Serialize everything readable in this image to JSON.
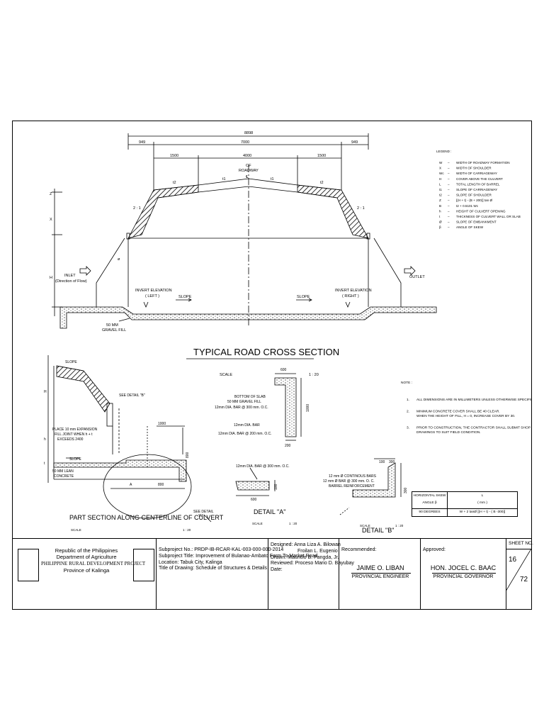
{
  "section_main": {
    "title": "TYPICAL ROAD CROSS SECTION",
    "scale_label": "SCALE",
    "scale_value": "1 : 20",
    "dims": {
      "total": "8898",
      "side_left": "949",
      "middle": "7000",
      "side_right": "949",
      "shoulder_left": "1500",
      "carriageway": "4000",
      "shoulder_right": "1500"
    },
    "labels": {
      "cl_of": "OF",
      "cl_road": "ROADWAY",
      "cl_symbol": "℄",
      "t2_left": "t2",
      "t1_left": "t1",
      "t1_right": "t1",
      "t2_right": "t2",
      "slope_left": "2 : 1",
      "slope_right": "2 : 1",
      "inlet": "INLET",
      "inlet_sub": "(Direction of Flow)",
      "outlet": "OUTLET",
      "invert_left": "INVERT ELEVATION",
      "invert_left_sub": "( LEFT )",
      "invert_right": "INVERT ELEVATION",
      "invert_right_sub": "( RIGHT )",
      "slope_a": "SLOPE",
      "slope_b": "SLOPE",
      "gravel_1": "50 MM",
      "gravel_2": "GRAVEL FILL",
      "z": "Z",
      "x": "X",
      "h": "H",
      "theta": "ø"
    }
  },
  "legend": {
    "title": "LEGEND :",
    "items": [
      {
        "sym": "W",
        "desc": "WIDTH OF ROADWAY FORMATION"
      },
      {
        "sym": "X",
        "desc": "WIDTH OF SHOULDER"
      },
      {
        "sym": "Wc",
        "desc": "WIDTH OF CARRIAGEWAY"
      },
      {
        "sym": "H",
        "desc": "COVER ABOVE THE CULVERT"
      },
      {
        "sym": "L",
        "desc": "TOTAL LENGTH OF BARREL"
      },
      {
        "sym": "t1",
        "desc": "SLOPE OF CARRIAGEWAY"
      },
      {
        "sym": "t2",
        "desc": "SLOPE OF SHOULDER"
      },
      {
        "sym": "Z",
        "desc": "[(H + t) - (B + 200)] tan Ø"
      },
      {
        "sym": "B",
        "desc": "t2 + 0.5101 Wc"
      },
      {
        "sym": "h",
        "desc": "HEIGHT OF CULVERT OPENING"
      },
      {
        "sym": "t",
        "desc": "THICKNESS OF CULVERT WALL OR SLAB"
      },
      {
        "sym": "Ø",
        "desc": "SLOPE OF EMBANKMENT"
      },
      {
        "sym": "β",
        "desc": "ANGLE OF SKEW"
      }
    ]
  },
  "notes": {
    "title": "NOTE :",
    "items": [
      {
        "num": "1.",
        "lines": [
          "ALL DIMENSIONS ARE IN MILLIMETERS UNLESS OTHERWISE SPECIFIED."
        ]
      },
      {
        "num": "2.",
        "lines": [
          "MINIMUM CONCRETE COVER SHALL BE 40 CLEAR.",
          "WHEN THE HEIGHT OF FILL, H = 0, INCREASE COVER BY 30."
        ]
      },
      {
        "num": "3.",
        "lines": [
          "PRIOR TO CONSTRUCTION, THE CONTRACTOR SHALL SUBMIT SHOP",
          "DRAWINGS TO SUIT FIELD CONDITION."
        ]
      }
    ]
  },
  "part_section": {
    "title": "PART SECTION ALONG CENTERLINE OF CULVERT",
    "scale_label": "SCALE",
    "scale_value": "1 : 20",
    "labels": {
      "slope_top": "SLOPE",
      "see_b": "SEE DETAIL \"B\"",
      "see_a": "SEE DETAIL",
      "see_a2": "\"A\"",
      "exp_1": "PLACE 10 mm EXPANSION",
      "exp_2": "FILL JOINT WHEN h + t",
      "exp_3": "EXCEEDS 2400",
      "dim_1000": "1000",
      "dim_800v": "800",
      "dim_a": "A",
      "dim_800": "800",
      "slope_bottom": "SLOPE",
      "lean_1": "50 MM LEAN",
      "lean_2": "CONCRETE",
      "h_big": "H",
      "h_small": "h",
      "t": "t"
    }
  },
  "detail_a": {
    "title": "DETAIL \"A\"",
    "scale_label": "SCALE",
    "scale_value": "1 : 20",
    "labels": {
      "dim_600": "600",
      "dim_1000": "1000",
      "dim_200": "200",
      "bottom_slab": "BOTTOM OF SLAB",
      "gravel": "50 MM GRAVEL FILL",
      "bar_300": "12mm DIA. BAR @ 300 mm. O.C.",
      "bar_12": "12mm DIA. BAR",
      "bar_200": "12mm DIA. BAR @ 200 mm. O.C.",
      "bar_top": "12mm DIA. BAR @ 300 mm. O.C.",
      "dim_600b": "600",
      "dim_100": "100"
    }
  },
  "detail_b": {
    "title": "DETAIL \"B\"",
    "scale_label": "SCALE",
    "scale_value": "1 : 20",
    "labels": {
      "dim_100": "100",
      "dim_300": "300",
      "cont": "12 mm Ø CONTINOUS BARS",
      "bar": "12 mm Ø BAR @ 300 mm. O. C.",
      "reinf": "BARREL REINFORCEMENT",
      "dim_300v": "300"
    }
  },
  "skew_table": {
    "header_1": "HORIZONTAL SKEW",
    "header_2": "ANGLE β",
    "col_l": "L",
    "col_mm": "( mm )",
    "row_angle": "90 DEGREES",
    "row_formula": "W + 2 tanØ [(H + t) - ( B -300)]"
  },
  "title_block": {
    "agency": [
      "Republic of the Philippines",
      "Department of Agriculture",
      "PHILIPPINE RURAL DEVELOPMENT PROJECT",
      "Province of Kalinga"
    ],
    "subproject_no": "Subproject No.: PRDP-IB-RCAR-KAL-003-000-000-2014",
    "subproject_title": "Subproject Title: Improvement of Bulanao-Ambato Farm To Market Road",
    "location": "Location: Tabuk City, Kalinga",
    "drawing_title": "Title of Drawing: Schedule of Structures & Details",
    "designed_label": "Designed:",
    "designed_1": "Anna Liza A. Bilowan",
    "designed_2": "Froilan L. Eugenio",
    "drawn": "Drawn: Mauricio B. Pangda, Jr.",
    "reviewed": "Reviewed: Proceso Mario D. Bayubay",
    "date": "Date:",
    "recommended_label": "Recommended:",
    "recommended_name": "JAIME O. LIBAN",
    "recommended_title": "PROVINCIAL ENGINEER",
    "approved_label": "Approved:",
    "approved_name": "HON. JOCEL C. BAAC",
    "approved_title": "PROVINCIAL GOVERNOR",
    "sheet_label": "SHEET NO.",
    "sheet_no": "16",
    "sheet_total": "72"
  }
}
